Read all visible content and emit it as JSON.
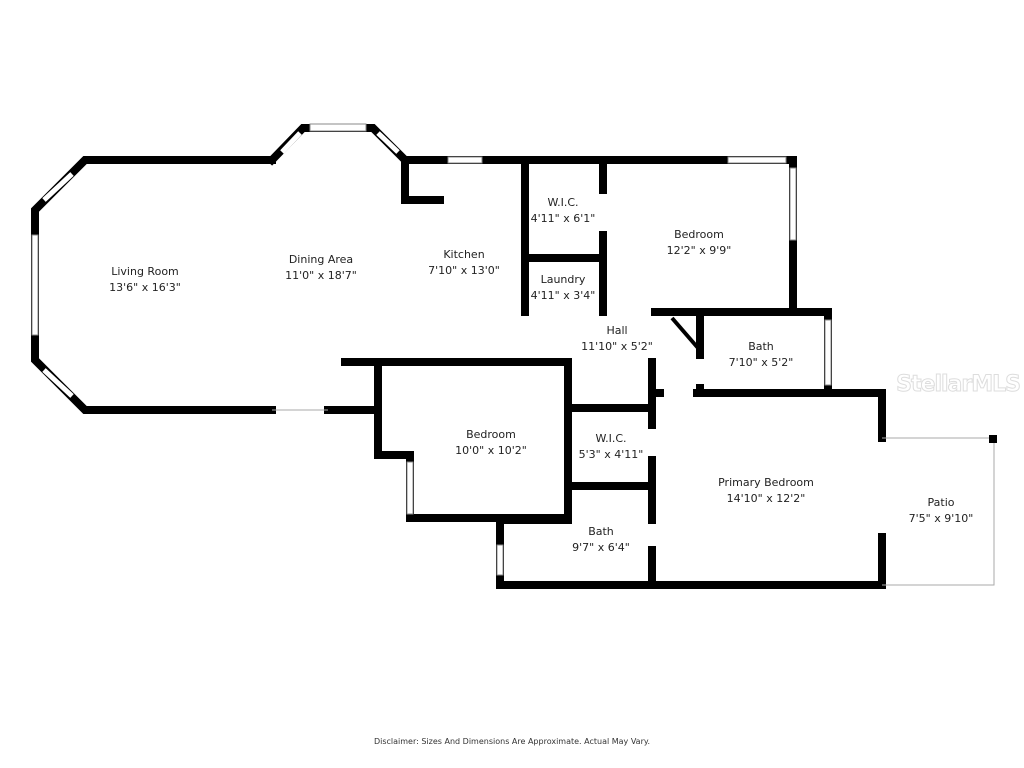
{
  "rooms": [
    {
      "name": "Living Room",
      "size": "13'6\" x 16'3\""
    },
    {
      "name": "Dining Area",
      "size": "11'0\" x 18'7\""
    },
    {
      "name": "Kitchen",
      "size": "7'10\" x 13'0\""
    },
    {
      "name": "W.I.C.",
      "size": "4'11\" x 6'1\""
    },
    {
      "name": "Laundry",
      "size": "4'11\" x 3'4\""
    },
    {
      "name": "Bedroom",
      "size": "12'2\" x 9'9\""
    },
    {
      "name": "Hall",
      "size": "11'10\" x 5'2\""
    },
    {
      "name": "Bath",
      "size": "7'10\" x 5'2\""
    },
    {
      "name": "Bedroom",
      "size": "10'0\" x 10'2\""
    },
    {
      "name": "W.I.C.",
      "size": "5'3\" x 4'11\""
    },
    {
      "name": "Primary Bedroom",
      "size": "14'10\" x 12'2\""
    },
    {
      "name": "Bath",
      "size": "9'7\" x 6'4\""
    },
    {
      "name": "Patio",
      "size": "7'5\" x 9'10\""
    }
  ],
  "watermark": "StellarMLS",
  "disclaimer": "Disclaimer: Sizes And Dimensions Are Approximate. Actual May Vary."
}
